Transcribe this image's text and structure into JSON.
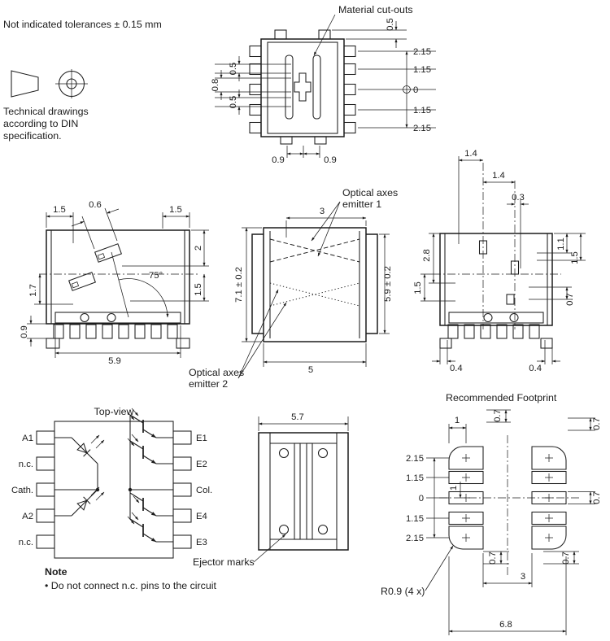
{
  "sheet": {
    "tolerance_note": "Not indicated tolerances ± 0.15 mm",
    "din_line1": "Technical drawings",
    "din_line2": "according to DIN",
    "din_line3": "specification.",
    "note_title": "Note",
    "note_text": "• Do not connect n.c. pins to the circuit"
  },
  "top_view": {
    "label_cutouts": "Material cut-outs",
    "dim_cut_top": "0.5",
    "dim_cut_mid": "0.8",
    "dim_cut_bot": "0.5",
    "dim_tab": "0.5",
    "rows": [
      "2.15",
      "1.15",
      "0",
      "1.15",
      "2.15"
    ],
    "dim_bot_left": "0.9",
    "dim_bot_right": "0.9"
  },
  "front_view": {
    "dim_top_left": "1.5",
    "dim_top_mid": "0.6",
    "dim_top_right": "1.5",
    "dim_right_upper": "2",
    "dim_right_lower": "1.5",
    "dim_left_mid": "1.7",
    "dim_left_bottom": "0.9",
    "angle": "75°",
    "dim_width": "5.9"
  },
  "side_view": {
    "axes1_line1": "Optical axes",
    "axes1_line2": "emitter 1",
    "axes2_line1": "Optical axes",
    "axes2_line2": "emitter 2",
    "dim_top": "3",
    "dim_height_left": "7.1 ± 0.2",
    "dim_height_right": "5.9 ± 0.2",
    "dim_bottom": "5"
  },
  "back_view": {
    "dim_top_first": "1.4",
    "dim_top_second": "1.4",
    "dim_top_third": "0.3",
    "dim_left_upper": "2.8",
    "dim_left_lower": "1.5",
    "dim_right_first": "1.1",
    "dim_right_second": "1.5",
    "dim_right_third": "0.7",
    "dim_bottom_left": "0.4",
    "dim_bottom_right": "0.4"
  },
  "pinout": {
    "title": "Top-view",
    "pins_left": [
      "A1",
      "n.c.",
      "Cath.",
      "A2",
      "n.c."
    ],
    "pins_right": [
      "E1",
      "E2",
      "Col.",
      "E4",
      "E3"
    ]
  },
  "bottom_view": {
    "dim_width": "5.7",
    "label_ejector": "Ejector marks"
  },
  "footprint": {
    "title": "Recommended Footprint",
    "dim_pad_one": "1",
    "dim_top_center_07": "0.7",
    "dim_top_right_07": "0.7",
    "dim_right_mid_07": "0.7",
    "dim_bottom_center_07": "0.7",
    "dim_bottom_right_07": "0.7",
    "rows": [
      "2.15",
      "1.15",
      "0",
      "1.15",
      "2.15"
    ],
    "dim_inner_one": "1",
    "dim_gap": "3",
    "dim_total": "6.8",
    "label_radius": "R0.9 (4 x)"
  }
}
